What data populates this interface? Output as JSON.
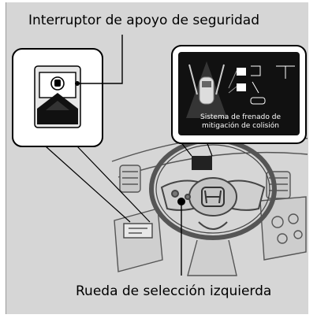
{
  "labels": {
    "safety_support_switch": "Interruptor de apoyo de seguridad",
    "left_selector_wheel": "Rueda de selección izquierda"
  },
  "display": {
    "message": "Sistema de frenado de mitigación de colisión"
  },
  "colors": {
    "frame_background": "#d6d6d6",
    "callout_border": "#000000",
    "display_background": "#111111",
    "leader_line": "#000000"
  },
  "icons": [
    "safety-support-switch-icon",
    "car-top-view-icon",
    "steering-wheel",
    "honda-logo"
  ]
}
